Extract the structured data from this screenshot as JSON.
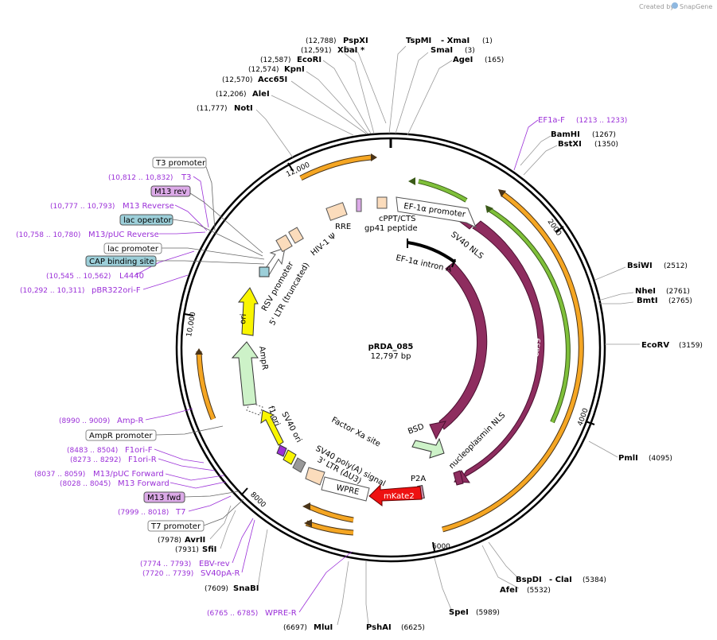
{
  "header": {
    "created_by": "Created by",
    "brand": "SnapGene"
  },
  "plasmid": {
    "name": "pRDA_085",
    "length": "12,797 bp"
  },
  "ticks": [
    "2000",
    "4000",
    "6000",
    "8000",
    "10,000",
    "12,000"
  ],
  "enzymes": {
    "PspXI": {
      "name": "PspXI",
      "pos": "(12,788)"
    },
    "XbaI": {
      "name": "XbaI",
      "pos": "(12,591)",
      "star": "*"
    },
    "EcoRI": {
      "name": "EcoRI",
      "pos": "(12,587)"
    },
    "KpnI": {
      "name": "KpnI",
      "pos": "(12,574)"
    },
    "Acc65I": {
      "name": "Acc65I",
      "pos": "(12,570)"
    },
    "AleI": {
      "name": "AleI",
      "pos": "(12,206)"
    },
    "NotI": {
      "name": "NotI",
      "pos": "(11,777)"
    },
    "TspMI": {
      "name": "TspMI",
      "pos": ""
    },
    "XmaI": {
      "name": "- XmaI",
      "pos": "(1)"
    },
    "SmaI": {
      "name": "SmaI",
      "pos": "(3)"
    },
    "AgeI": {
      "name": "AgeI",
      "pos": "(165)"
    },
    "BamHI": {
      "name": "BamHI",
      "pos": "(1267)"
    },
    "BstXI": {
      "name": "BstXI",
      "pos": "(1350)"
    },
    "BsiWI": {
      "name": "BsiWI",
      "pos": "(2512)"
    },
    "NheI": {
      "name": "NheI",
      "pos": "(2761)"
    },
    "BmtI": {
      "name": "BmtI",
      "pos": "(2765)"
    },
    "EcoRV": {
      "name": "EcoRV",
      "pos": "(3159)"
    },
    "PmlI": {
      "name": "PmlI",
      "pos": "(4095)"
    },
    "BspDI": {
      "name": "BspDI",
      "pos": ""
    },
    "ClaI": {
      "name": "- ClaI",
      "pos": "(5384)"
    },
    "AfeI": {
      "name": "AfeI",
      "pos": "(5532)"
    },
    "SpeI": {
      "name": "SpeI",
      "pos": "(5989)"
    },
    "PshAI": {
      "name": "PshAI",
      "pos": "(6625)"
    },
    "MluI": {
      "name": "MluI",
      "pos": "(6697)"
    },
    "SnaBI": {
      "name": "SnaBI",
      "pos": "(7609)"
    },
    "SfiI": {
      "name": "SfiI",
      "pos": "(7931)"
    },
    "AvrII": {
      "name": "AvrII",
      "pos": "(7978)"
    }
  },
  "primers": {
    "EF1aF": {
      "name": "EF1a-F",
      "pos": "(1213 .. 1233)"
    },
    "T3": {
      "name": "T3",
      "pos": "(10,812 .. 10,832)"
    },
    "M13Reverse": {
      "name": "M13 Reverse",
      "pos": "(10,777 .. 10,793)"
    },
    "M13pUCReverse": {
      "name": "M13/pUC Reverse",
      "pos": "(10,758 .. 10,780)"
    },
    "L4440": {
      "name": "L4440",
      "pos": "(10,545 .. 10,562)"
    },
    "pBR322ori": {
      "name": "pBR322ori-F",
      "pos": "(10,292 .. 10,311)"
    },
    "AmpR": {
      "name": "Amp-R",
      "pos": "(8990 .. 9009)"
    },
    "F1oriF": {
      "name": "F1ori-F",
      "pos": "(8483 .. 8504)"
    },
    "F1oriR": {
      "name": "F1ori-R",
      "pos": "(8273 .. 8292)"
    },
    "M13pUCForward": {
      "name": "M13/pUC Forward",
      "pos": "(8037 .. 8059)"
    },
    "M13Forward": {
      "name": "M13 Forward",
      "pos": "(8028 .. 8045)"
    },
    "T7": {
      "name": "T7",
      "pos": "(7999 .. 8018)"
    },
    "EBVrev": {
      "name": "EBV-rev",
      "pos": "(7774 .. 7793)"
    },
    "SV40pA": {
      "name": "SV40pA-R",
      "pos": "(7720 .. 7739)"
    },
    "WPRE": {
      "name": "WPRE-R",
      "pos": "(6765 .. 6785)"
    }
  },
  "boxes": {
    "T3promoter": "T3 promoter",
    "M13rev": "M13 rev",
    "lacoperator": "lac operator",
    "lacpromoter": "lac promoter",
    "CAP": "CAP binding site",
    "AmpRpromoter": "AmpR promoter",
    "M13fwd": "M13 fwd",
    "T7promoter": "T7 promoter"
  },
  "features": {
    "EF1a_promoter": "EF-1α promoter",
    "SV40NLS": "SV40 NLS",
    "EF1a_intron": "EF-1α intron A",
    "Cas9_inner": "Cas9",
    "Cas9_outer": "Cas9",
    "BSD": "BSD",
    "nucleoplasmin": "nucleoplasmin NLS",
    "P2A": "P2A",
    "mKate2": "mKate2",
    "WPRE": "WPRE",
    "LTR3": "3' LTR (ΔU3)",
    "SV40polyA": "SV40 poly(A) signal",
    "FactorXa": "Factor Xa site",
    "SV40ori": "SV40 ori",
    "f1ori": "f1 ori",
    "AmpR": "AmpR",
    "ori": "ori",
    "RSVpromoter": "RSV promoter",
    "LTR5": "5' LTR (truncated)",
    "HIV1psi": "HIV-1 Ψ",
    "RRE": "RRE",
    "cPPT": "cPPT/CTS",
    "gp41": "gp41 peptide"
  },
  "colors": {
    "backbone": "#000000",
    "cas9": "#8e2d5f",
    "mkate2": "#ee1111",
    "ampR": "#cdf2c8",
    "ori": "#f9f500",
    "orange": "#f5a623",
    "green": "#7fc03a",
    "primer": "#9b30d8",
    "box_tan": "#fbdcbc",
    "box_teal": "#9ccfd9",
    "box_violet": "#dcaae8"
  }
}
